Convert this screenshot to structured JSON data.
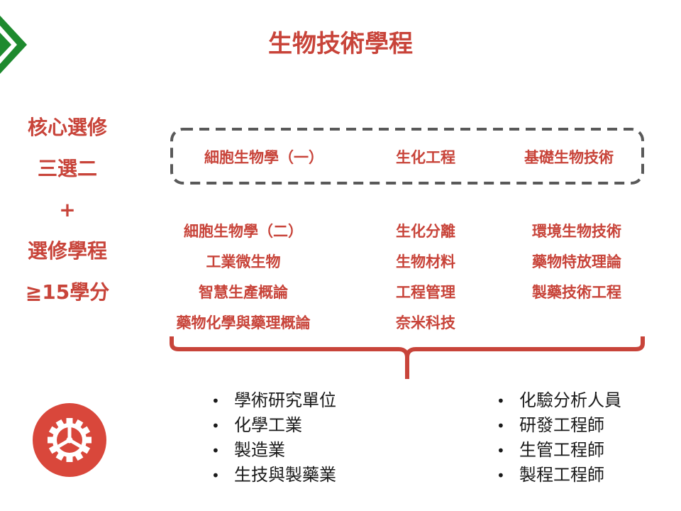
{
  "title": "生物技術學程",
  "left": {
    "line1": "核心選修",
    "line2": "三選二",
    "line3": "+",
    "line4": "選修學程",
    "line5": "≧15學分"
  },
  "core_courses": [
    "細胞生物學（一）",
    "生化工程",
    "基礎生物技術"
  ],
  "electives": {
    "col1": [
      "細胞生物學（二）",
      "工業微生物",
      "智慧生產概論",
      "藥物化學與藥理概論"
    ],
    "col2": [
      "生化分離",
      "生物材料",
      "工程管理",
      "奈米科技"
    ],
    "col3": [
      "環境生物技術",
      "藥物特放理論",
      "製藥技術工程"
    ]
  },
  "careers": {
    "left": [
      "學術研究單位",
      "化學工業",
      "製造業",
      "生技與製藥業"
    ],
    "right": [
      "化驗分析人員",
      "研發工程師",
      "生管工程師",
      "製程工程師"
    ]
  },
  "colors": {
    "accent": "#c8443a",
    "chevron": "#1e8a2e",
    "dashed_box": "#595959"
  },
  "icons": {
    "top_left": "chevron-right-icon",
    "bottom_left": "gear-icon"
  }
}
